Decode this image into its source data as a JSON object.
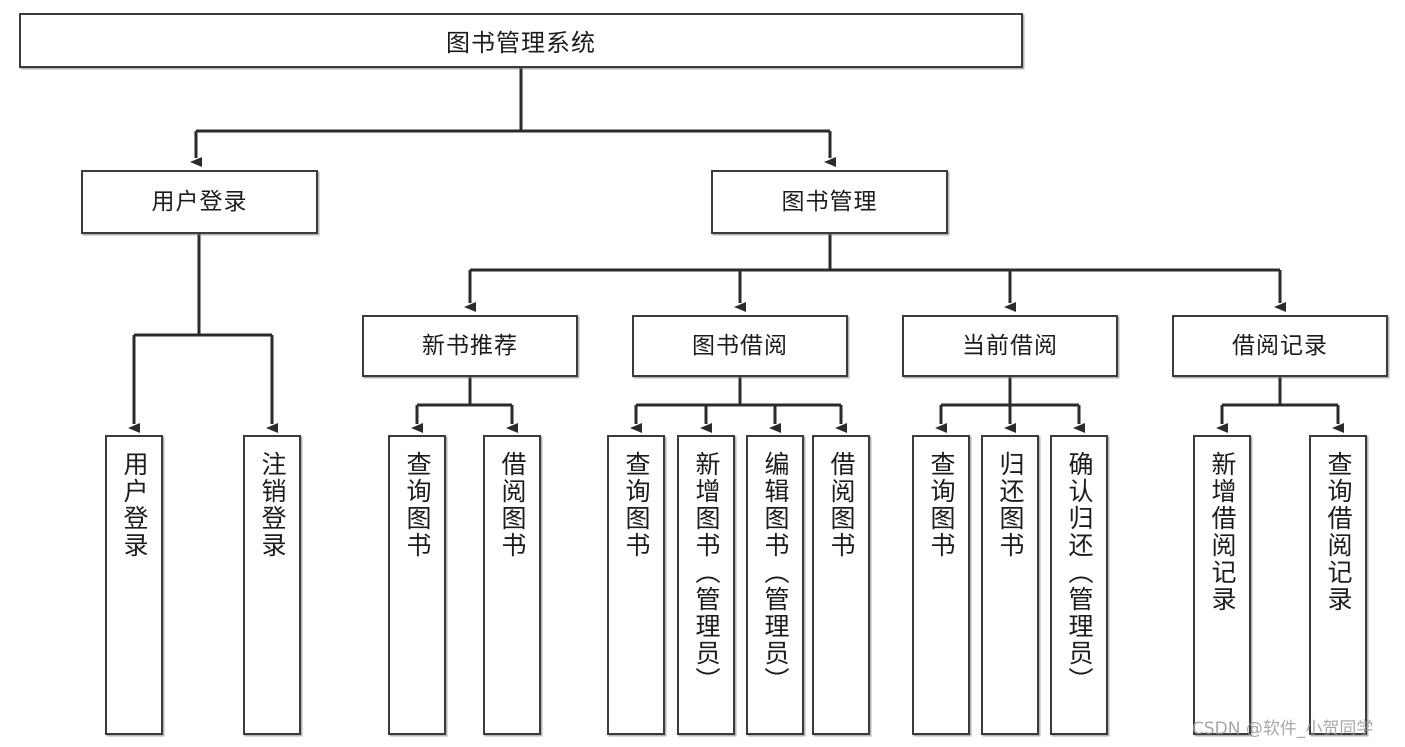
{
  "diagram": {
    "type": "hierarchy-tree",
    "title": "图书管理系统",
    "root": {
      "label": "图书管理系统"
    },
    "level1": [
      {
        "label": "用户登录"
      },
      {
        "label": "图书管理"
      }
    ],
    "level2": [
      {
        "label": "新书推荐"
      },
      {
        "label": "图书借阅"
      },
      {
        "label": "当前借阅"
      },
      {
        "label": "借阅记录"
      }
    ],
    "leaves": {
      "user_login": [
        {
          "label": "用户登录"
        },
        {
          "label": "注销登录"
        }
      ],
      "new_book_recommend": [
        {
          "label": "查询图书"
        },
        {
          "label": "借阅图书"
        }
      ],
      "book_borrow": [
        {
          "label": "查询图书"
        },
        {
          "label": "新增图书（管理员）"
        },
        {
          "label": "编辑图书（管理员）"
        },
        {
          "label": "借阅图书"
        }
      ],
      "current_borrow": [
        {
          "label": "查询图书"
        },
        {
          "label": "归还图书"
        },
        {
          "label": "确认归还（管理员）"
        }
      ],
      "borrow_records": [
        {
          "label": "新增借阅记录"
        },
        {
          "label": "查询借阅记录"
        }
      ]
    }
  },
  "watermark": {
    "text": "CSDN @软件_小贺同学"
  },
  "colors": {
    "box_border": "#3b3b3b",
    "box_fill": "#ffffff",
    "text": "#1c1c1c",
    "wire": "#2b2b2b",
    "watermark": "#9a9a9a"
  }
}
